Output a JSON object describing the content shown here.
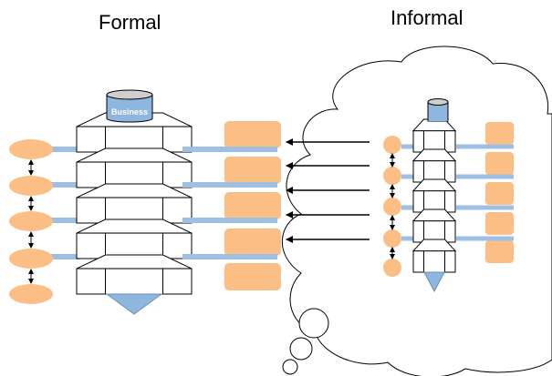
{
  "titles": {
    "formal": "Formal",
    "informal": "Informal"
  },
  "formal_stack": {
    "cylinder_label": "Business",
    "levels": 5,
    "left_ovals": 5,
    "right_boxes": 5,
    "connector_bars": 4
  },
  "informal_stack": {
    "levels": 5,
    "left_circles": 5,
    "right_boxes": 5,
    "connector_bars": 4
  },
  "flow_arrows": 5,
  "colors": {
    "orange": "#FBBF86",
    "blue_bar": "#9DBFE3",
    "cylinder": "#8FB6DE",
    "tip": "#8FB6DE",
    "outline": "#000000",
    "background": "#FFFFFF"
  }
}
